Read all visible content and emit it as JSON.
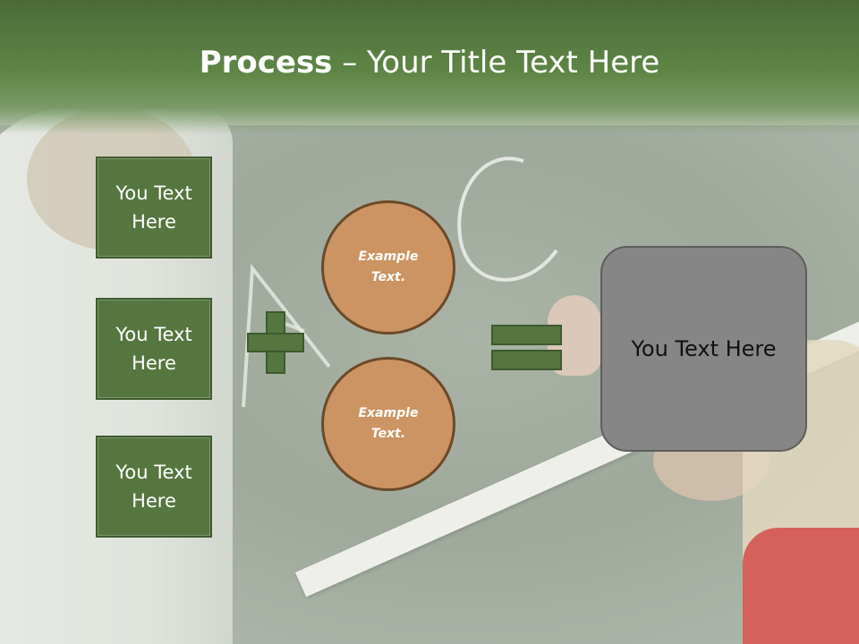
{
  "slide": {
    "title_bold": "Process",
    "title_rest": " – Your Title Text Here"
  },
  "boxes": [
    {
      "label": "You Text Here"
    },
    {
      "label": "You Text Here"
    },
    {
      "label": "You Text Here"
    }
  ],
  "circles": [
    {
      "label": "Example Text."
    },
    {
      "label": "Example Text."
    }
  ],
  "result": {
    "label": "You Text Here"
  },
  "colors": {
    "header_green": "#5f8646",
    "box_green": "#55763f",
    "circle_orange": "#cc9463",
    "result_gray": "#868686"
  },
  "icons": {
    "operator_1": "plus-sign",
    "operator_2": "equals-sign"
  }
}
